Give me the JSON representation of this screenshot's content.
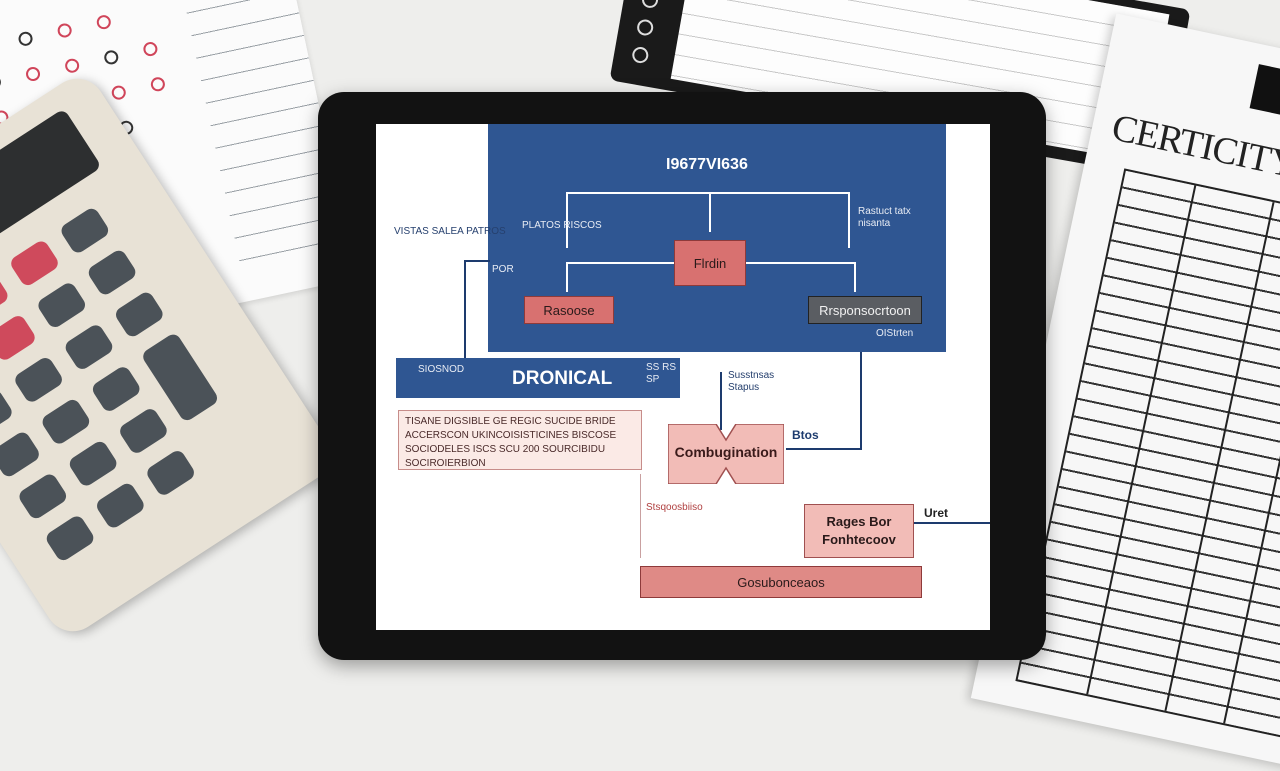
{
  "scene": {
    "description_tags": [
      "desk",
      "tablet",
      "calculator",
      "calendar",
      "notebook",
      "certificate"
    ]
  },
  "certificate": {
    "title": "CERTICITY"
  },
  "diagram": {
    "panel_title": "I9677VI636",
    "left_caption": "VISTAS SALEA PATROS",
    "top_left_caption": "PLATOS RISCOS",
    "top_right_caption": "Rastuct tatx\nnisanta",
    "mid_left_caption": "POR",
    "center_box": "Flrdin",
    "left_box": "Rasoose",
    "right_box": "Rrsponsocrtoon",
    "right_caption": "OIStrten",
    "dronical_small": "SIOSNOD",
    "dronical_label": "DRONICAL",
    "dronical_side": "SS RS\nSP",
    "mid_caption": "Susstnsas\nStapus",
    "description": "TISANE DIGSIBLE GE REGIC SUCIDE BRIDE ACCERSCON UKINCOISISTICINES BISCOSE SOCIODELES ISCS SCU 200 SOURCIBIDU SOCIROIERBION",
    "bowtie_label": "Combugination",
    "bowtie_side": "Btos",
    "process_caption": "Stsqoosbiiso",
    "paired_box": "Rages Bor\nFonhtecoov",
    "paired_side": "Uret",
    "bottom_box": "Gosubonceaos"
  }
}
